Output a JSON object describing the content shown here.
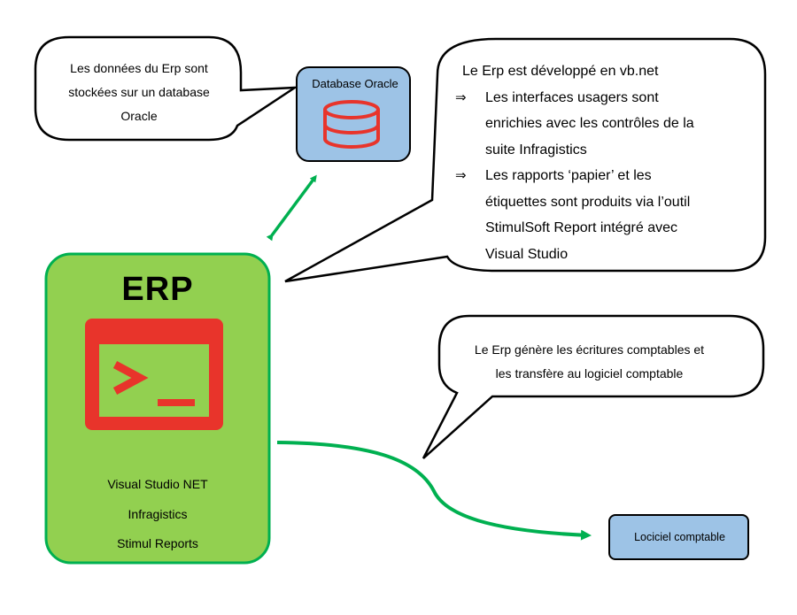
{
  "callouts": {
    "oracle_storage": {
      "lines": [
        "Les données du Erp sont",
        "stockées sur un database",
        "Oracle"
      ]
    },
    "development": {
      "heading": "Le Erp est développé en vb.net",
      "arrow_symbol": "⇒",
      "bullets": [
        {
          "lines": [
            "Les interfaces usagers sont",
            "enrichies avec les contrôles de la",
            "suite Infragistics"
          ]
        },
        {
          "lines": [
            "Les rapports ‘papier’ et les",
            "étiquettes sont produits via l’outil",
            "StimulSoft Report intégré avec",
            "Visual Studio"
          ]
        }
      ]
    },
    "accounting": {
      "lines": [
        "Le Erp génère les écritures comptables et",
        "les transfère au logiciel comptable"
      ]
    }
  },
  "database": {
    "label": "Database Oracle",
    "icon": "database-icon"
  },
  "erp": {
    "title": "ERP",
    "icon": "terminal-icon",
    "technologies": [
      "Visual Studio  NET",
      "Infragistics",
      "Stimul Reports"
    ]
  },
  "accounting_software": {
    "label": "Lociciel comptable"
  },
  "colors": {
    "erp_fill": "#92d050",
    "erp_border": "#00b050",
    "arrow": "#00b050",
    "db_fill": "#9dc3e6",
    "icon_red": "#e8342b"
  }
}
